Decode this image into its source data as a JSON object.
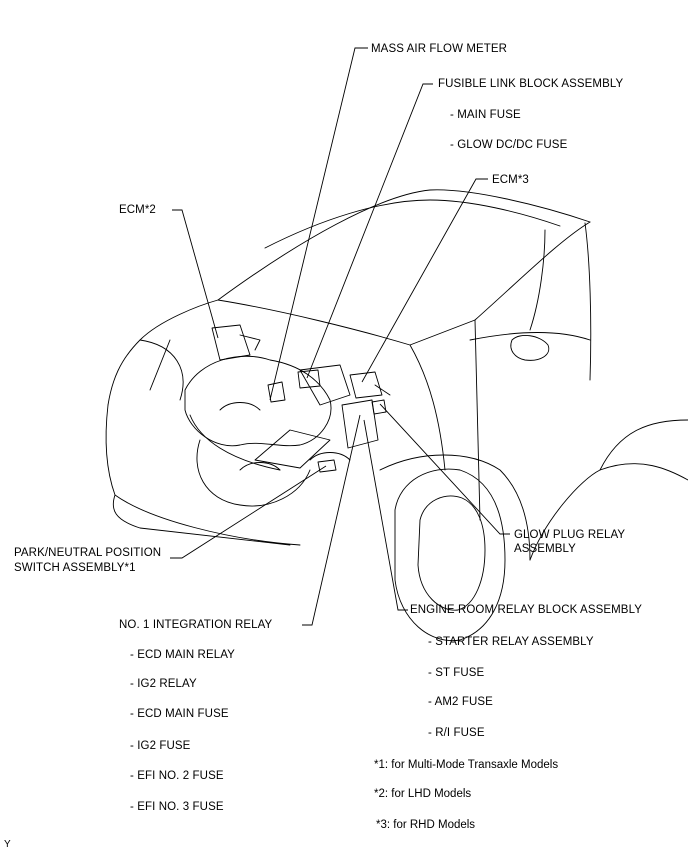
{
  "labels": {
    "mass_air_flow_meter": "MASS AIR FLOW METER",
    "fusible_link_block": "FUSIBLE LINK BLOCK ASSEMBLY",
    "main_fuse": "- MAIN FUSE",
    "glow_dcdc_fuse": "- GLOW DC/DC FUSE",
    "ecm3": "ECM*3",
    "ecm2": "ECM*2",
    "park_neutral_line1": "PARK/NEUTRAL POSITION",
    "park_neutral_line2": "SWITCH ASSEMBLY*1",
    "glow_plug_line1": "GLOW PLUG RELAY",
    "glow_plug_line2": "ASSEMBLY",
    "engine_room_relay_block": "ENGINE ROOM RELAY BLOCK ASSEMBLY",
    "starter_relay": "- STARTER RELAY ASSEMBLY",
    "st_fuse": "- ST FUSE",
    "am2_fuse": "- AM2 FUSE",
    "ri_fuse": "- R/I FUSE",
    "no1_integration_relay": "NO. 1 INTEGRATION RELAY",
    "ecd_main_relay": "- ECD MAIN RELAY",
    "ig2_relay": "- IG2 RELAY",
    "ecd_main_fuse": "- ECD MAIN FUSE",
    "ig2_fuse": "- IG2 FUSE",
    "efi_no2_fuse": "- EFI NO. 2 FUSE",
    "efi_no3_fuse": "- EFI NO. 3 FUSE"
  },
  "notes": {
    "note1": "*1: for Multi-Mode Transaxle Models",
    "note2": "*2: for LHD Models",
    "note3": "*3: for RHD Models"
  },
  "corner_code": "Y"
}
